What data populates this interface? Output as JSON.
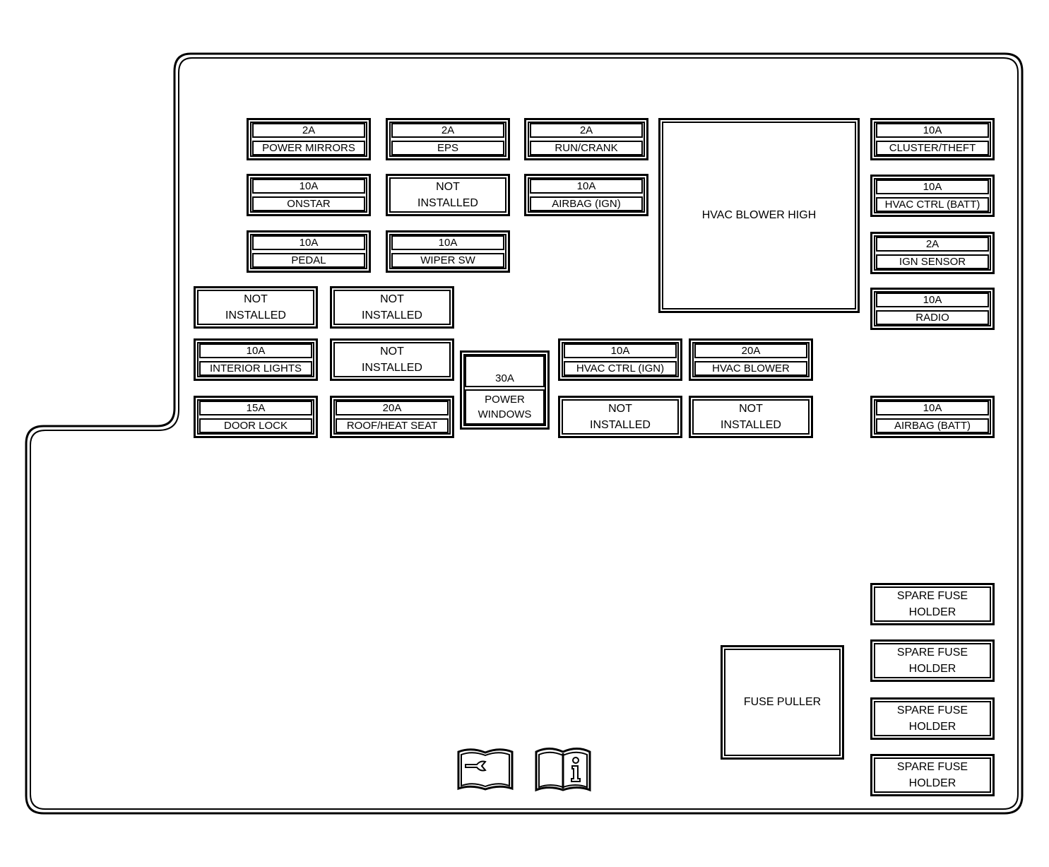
{
  "fuses": [
    {
      "id": "power-mirrors",
      "amp": "2A",
      "label": "POWER MIRRORS"
    },
    {
      "id": "eps",
      "amp": "2A",
      "label": "EPS"
    },
    {
      "id": "run-crank",
      "amp": "2A",
      "label": "RUN/CRANK"
    },
    {
      "id": "cluster-theft",
      "amp": "10A",
      "label": "CLUSTER/THEFT"
    },
    {
      "id": "onstar",
      "amp": "10A",
      "label": "ONSTAR"
    },
    {
      "id": "airbag-ign",
      "amp": "10A",
      "label": "AIRBAG (IGN)"
    },
    {
      "id": "hvac-ctrl-batt",
      "amp": "10A",
      "label": "HVAC CTRL (BATT)"
    },
    {
      "id": "pedal",
      "amp": "10A",
      "label": "PEDAL"
    },
    {
      "id": "wiper-sw",
      "amp": "10A",
      "label": "WIPER SW"
    },
    {
      "id": "ign-sensor",
      "amp": "2A",
      "label": "IGN SENSOR"
    },
    {
      "id": "radio",
      "amp": "10A",
      "label": "RADIO"
    },
    {
      "id": "interior-lights",
      "amp": "10A",
      "label": "INTERIOR LIGHTS"
    },
    {
      "id": "hvac-ctrl-ign",
      "amp": "10A",
      "label": "HVAC CTRL (IGN)"
    },
    {
      "id": "hvac-blower",
      "amp": "20A",
      "label": "HVAC BLOWER"
    },
    {
      "id": "door-lock",
      "amp": "15A",
      "label": "DOOR LOCK"
    },
    {
      "id": "roof-heat-seat",
      "amp": "20A",
      "label": "ROOF/HEAT SEAT"
    },
    {
      "id": "airbag-batt",
      "amp": "10A",
      "label": "AIRBAG (BATT)"
    }
  ],
  "not_installed": {
    "line1": "NOT",
    "line2": "INSTALLED"
  },
  "power_windows": {
    "amp": "30A",
    "line1": "POWER",
    "line2": "WINDOWS"
  },
  "hvac_blower_high": "HVAC BLOWER HIGH",
  "fuse_puller": "FUSE PULLER",
  "spare": {
    "line1": "SPARE FUSE",
    "line2": "HOLDER"
  },
  "icons": [
    "service-manual-icon",
    "owner-manual-info-icon"
  ]
}
